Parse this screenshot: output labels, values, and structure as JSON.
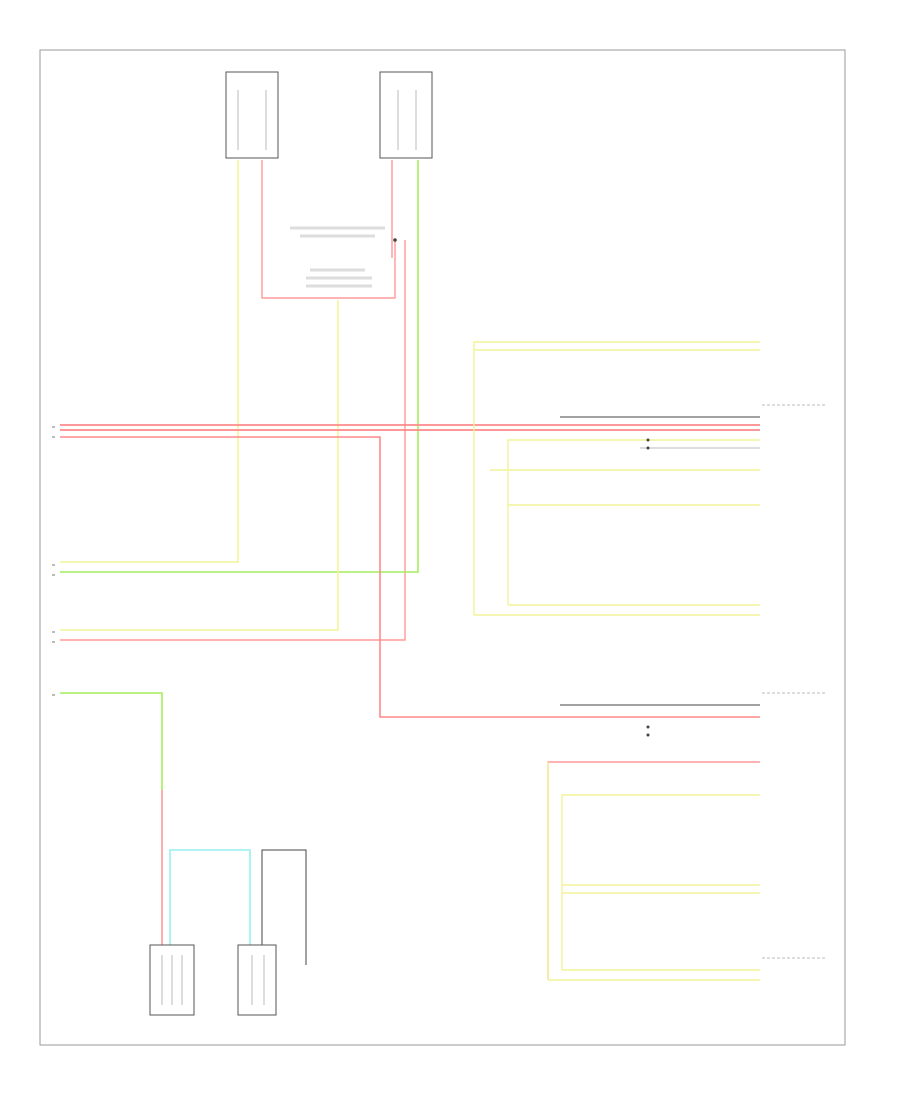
{
  "diagram": {
    "footer_code": "",
    "colors": {
      "red": "#ff8a8a",
      "yellow": "#f3f39a",
      "green": "#a6ee5a",
      "cyan": "#9aeef0",
      "black": "#444444",
      "frame": "#888888"
    },
    "components": [
      {
        "id": "speaker-top-left",
        "label": ""
      },
      {
        "id": "speaker-top-right",
        "label": ""
      },
      {
        "id": "connector-bottom-left",
        "label": ""
      },
      {
        "id": "connector-bottom-mid",
        "label": ""
      }
    ],
    "right_groups": [
      {
        "id": "group-top-right",
        "label": ""
      },
      {
        "id": "group-mid-right",
        "label": ""
      },
      {
        "id": "group-lower-right",
        "label": ""
      }
    ]
  }
}
